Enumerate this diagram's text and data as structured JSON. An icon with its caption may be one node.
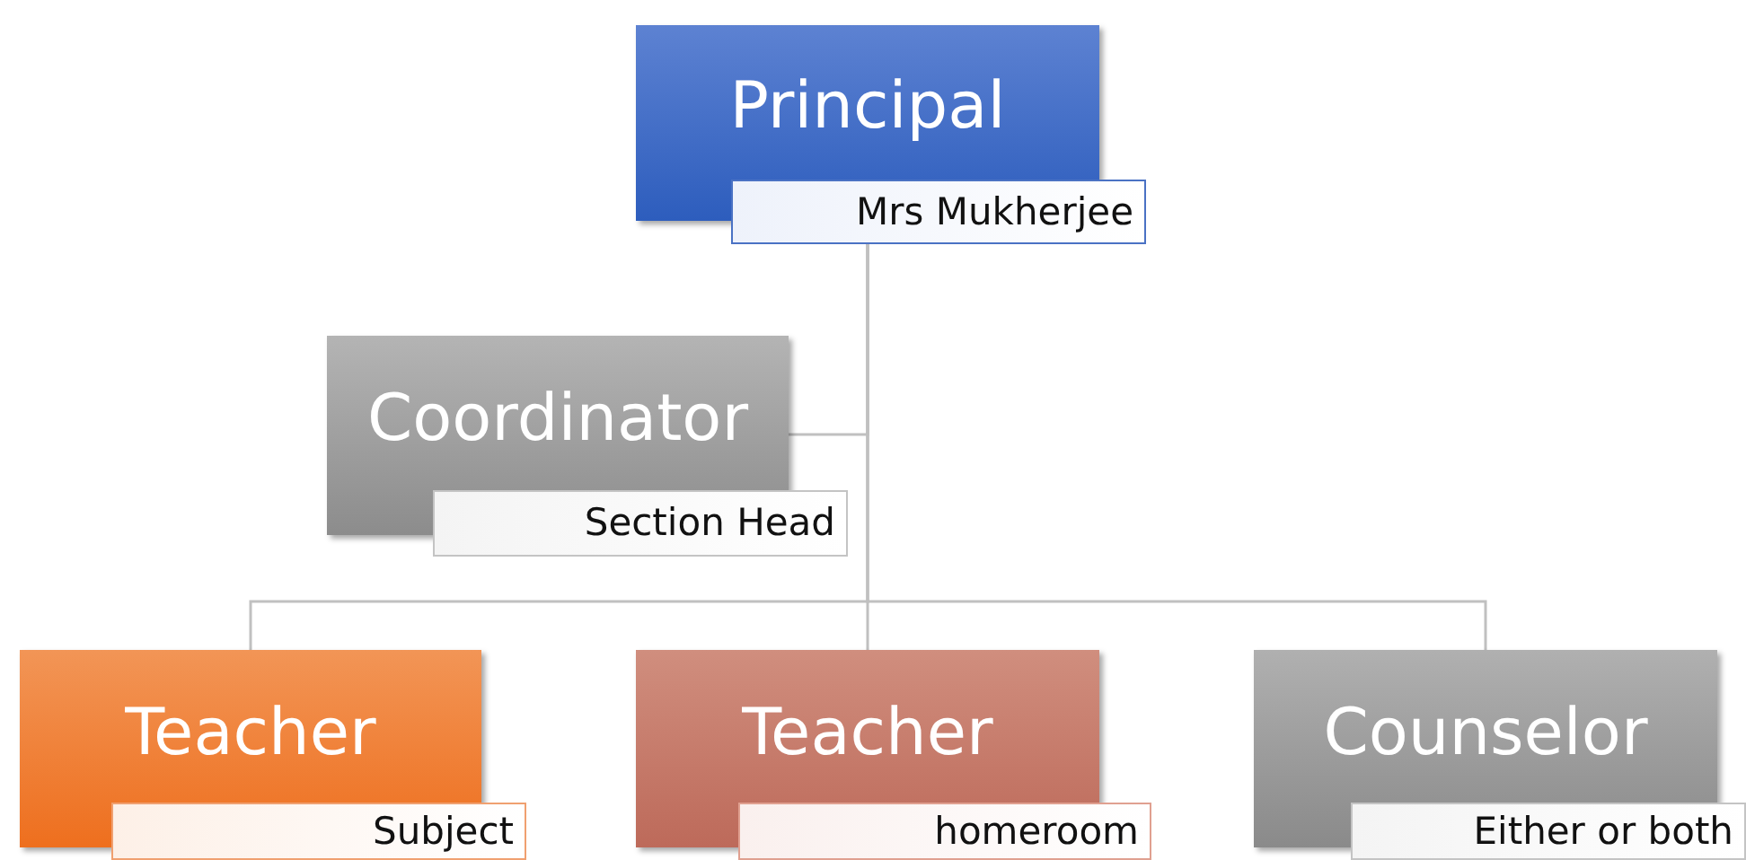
{
  "diagram": {
    "nodes": [
      {
        "text": [
          "Principal",
          "Mrs Mukherjee"
        ]
      },
      {
        "text": [
          "Coordinator",
          "Section Head"
        ]
      },
      {
        "text": [
          "Teacher",
          "Subject"
        ]
      },
      {
        "text": [
          "Teacher",
          "homeroom"
        ]
      },
      {
        "text": [
          "Counselor",
          "Either or both"
        ]
      }
    ],
    "edges": [
      {
        "from": 0,
        "to": 1,
        "arrow": "none"
      },
      {
        "from": 0,
        "to": 2,
        "arrow": "none"
      },
      {
        "from": 0,
        "to": 3,
        "arrow": "none"
      },
      {
        "from": 0,
        "to": 4,
        "arrow": "none"
      }
    ]
  }
}
